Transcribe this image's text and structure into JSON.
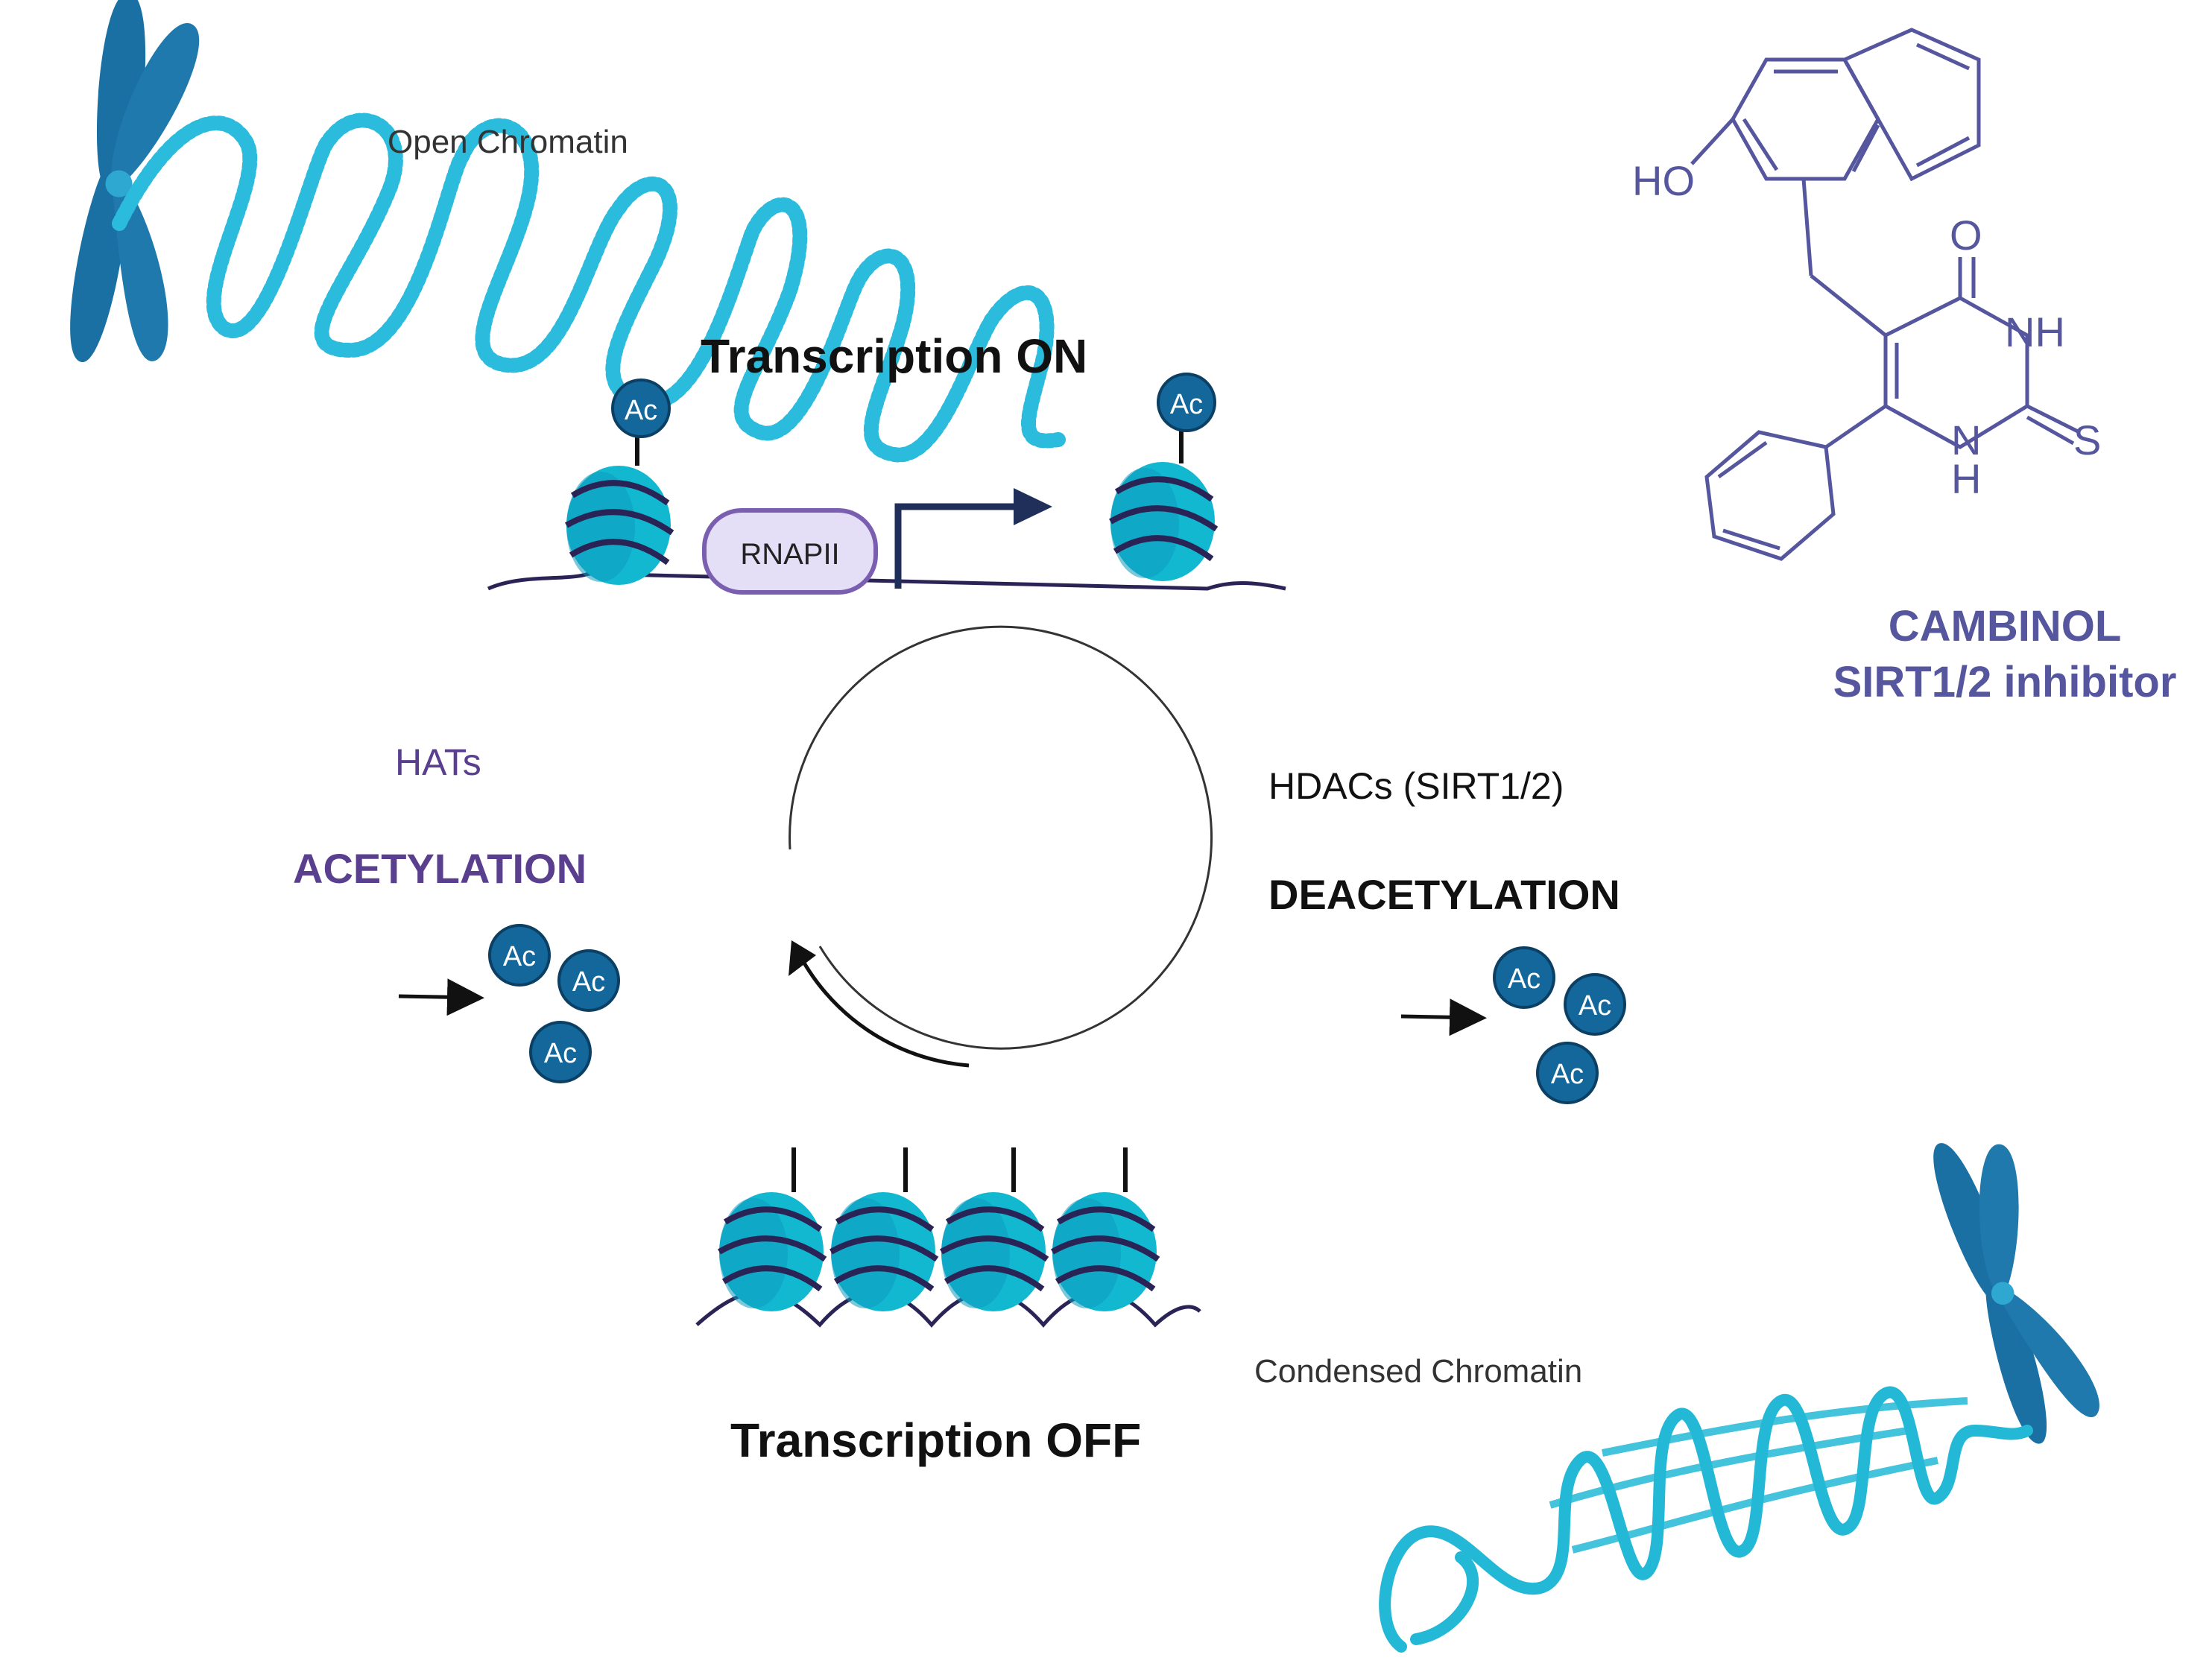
{
  "labels": {
    "open_chromatin": "Open Chromatin",
    "transcription_on": "Transcription ON",
    "rnapii": "RNAPII",
    "hats": "HATs",
    "acetylation": "ACETYLATION",
    "hdacs": "HDACs (SIRT1/2)",
    "deacetylation": "DEACETYLATION",
    "transcription_off": "Transcription OFF",
    "condensed_chromatin": "Condensed Chromatin",
    "ac": "Ac"
  },
  "molecule": {
    "name": "CAMBINOL",
    "subtitle": "SIRT1/2 inhibitor",
    "atoms": {
      "ho": "HO",
      "o": "O",
      "nh": "NH",
      "n": "N",
      "h": "H",
      "s": "S"
    }
  },
  "colors": {
    "chromosome": "#1a6fa3",
    "nucleosome": "#11b8d0",
    "nucleosome_dark": "#0e93b5",
    "dna": "#2a2456",
    "ac_circle": "#14679a",
    "chromatin_fiber": "#23b8d6",
    "purple": "#5a3f8f",
    "molecule": "#55569e",
    "rnapii_fill": "#e4def6",
    "rnapii_stroke": "#7a5fb0",
    "arrow_dark": "#1f2f5a",
    "black": "#111111"
  }
}
